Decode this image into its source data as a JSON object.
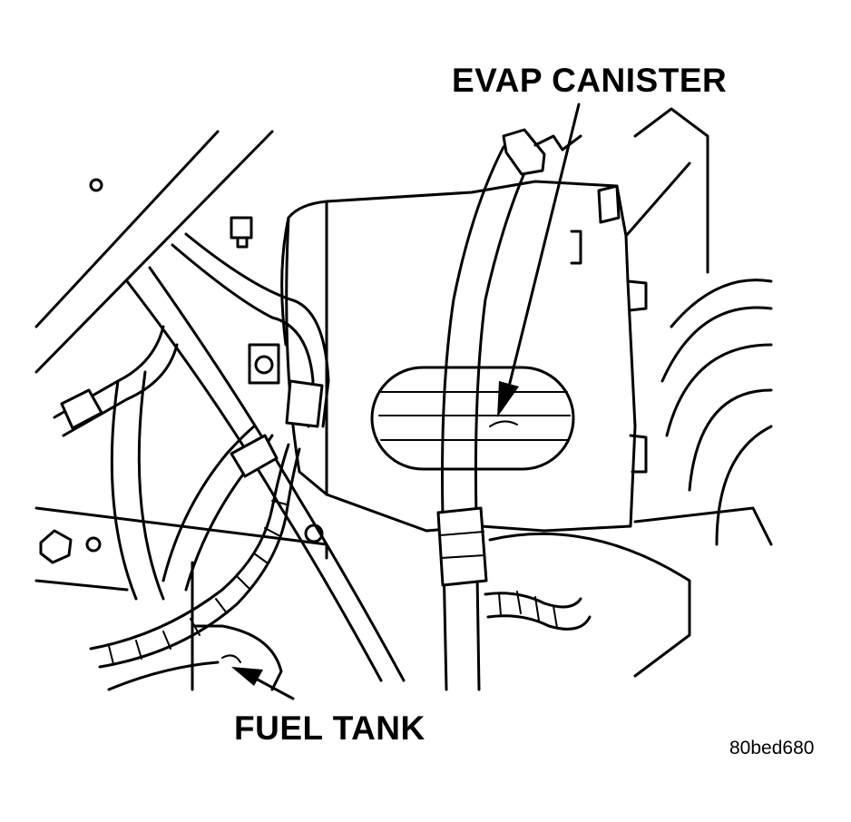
{
  "labels": {
    "evap_canister": "EVAP CANISTER",
    "fuel_tank": "FUEL TANK",
    "figure_ref": "80bed680"
  },
  "colors": {
    "line": "#000000",
    "background": "#ffffff"
  }
}
